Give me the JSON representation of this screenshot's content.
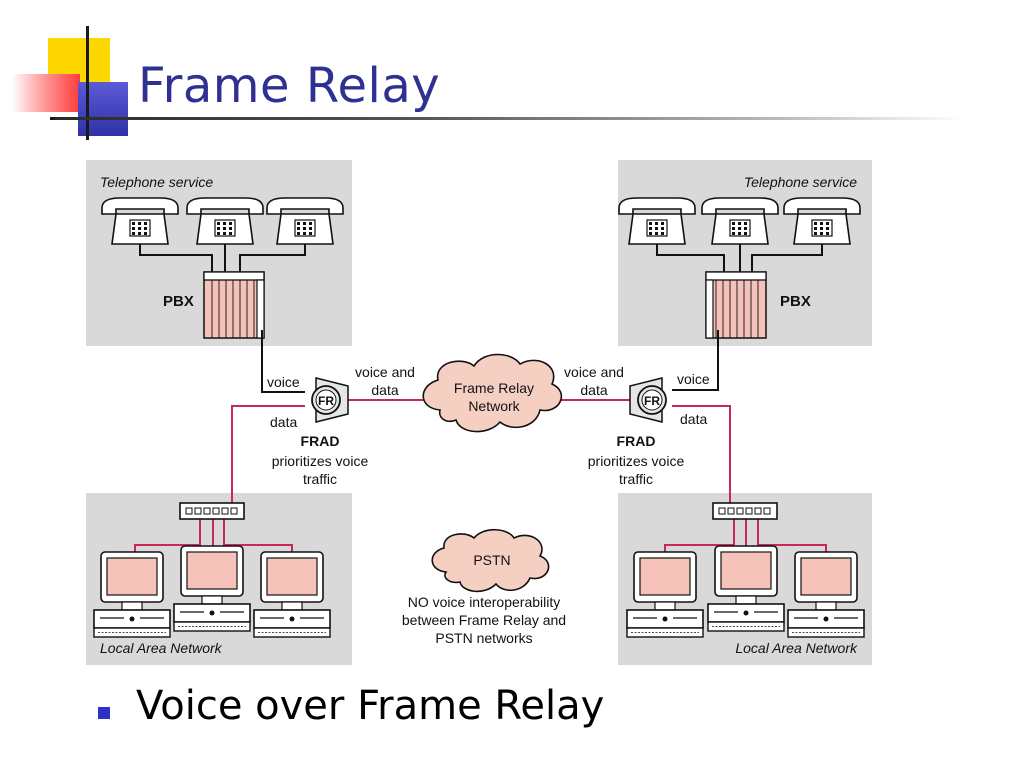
{
  "slide": {
    "title": "Frame Relay",
    "bullet": "Voice over Frame Relay"
  },
  "diagram": {
    "left_site": {
      "phone_label": "Telephone service",
      "pbx_label": "PBX",
      "lan_label": "Local Area Network",
      "voice_label": "voice",
      "data_label": "data",
      "link_label": [
        "voice and",
        "data"
      ],
      "frad_title": "FRAD",
      "frad_desc": [
        "prioritizes voice",
        "traffic"
      ]
    },
    "right_site": {
      "phone_label": "Telephone service",
      "pbx_label": "PBX",
      "lan_label": "Local Area Network",
      "voice_label": "voice",
      "data_label": "data",
      "link_label": [
        "voice and",
        "data"
      ],
      "frad_title": "FRAD",
      "frad_desc": [
        "prioritizes voice",
        "traffic"
      ]
    },
    "frad_badge": "FR",
    "cloud_fr": [
      "Frame Relay",
      "Network"
    ],
    "cloud_pstn": "PSTN",
    "note": [
      "NO voice interoperability",
      "between Frame Relay and",
      "PSTN networks"
    ],
    "colors": {
      "panel": "#d9d9d9",
      "data_line": "#c8285a",
      "cloud_fill": "#f6cfc3",
      "screen_fill": "#f4c2b8",
      "title": "#2e3192",
      "bullet": "#2e31c8"
    }
  }
}
